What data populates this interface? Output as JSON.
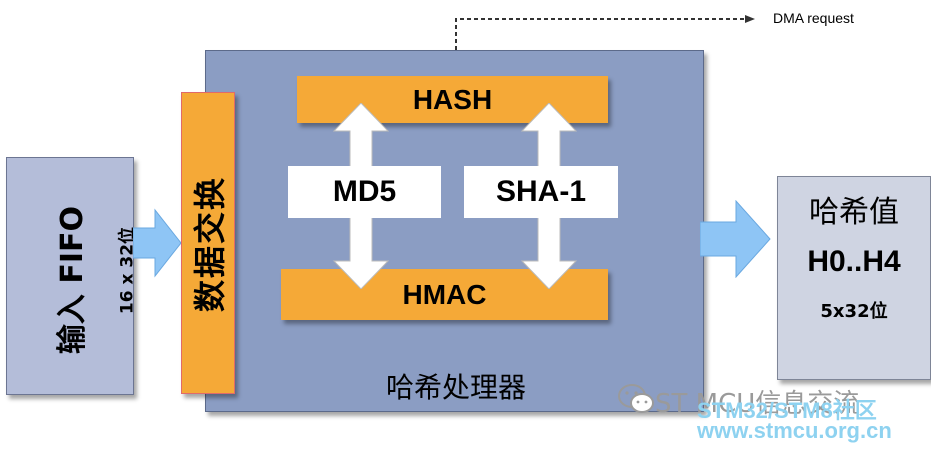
{
  "dma": {
    "label": "DMA request"
  },
  "input": {
    "title": "输入 FIFO",
    "subtitle": "16 x 32位"
  },
  "exchange": {
    "label": "数据交换"
  },
  "processor": {
    "label": "哈希处理器",
    "hash": "HASH",
    "md5": "MD5",
    "sha1": "SHA-1",
    "hmac": "HMAC"
  },
  "output": {
    "title": "哈希值",
    "value": "H0..H4",
    "width": "5x32位"
  },
  "watermark": {
    "brand": "ST MCU信息交流",
    "site": "STM32/STM8社区",
    "url": "www.stmcu.org.cn"
  },
  "colors": {
    "processor_bg": "#8b9dc3",
    "orange": "#f5a937",
    "arrow_blue": "#8ec5f5",
    "input_bg": "#b4bdd9",
    "output_bg": "#cfd4e2"
  }
}
